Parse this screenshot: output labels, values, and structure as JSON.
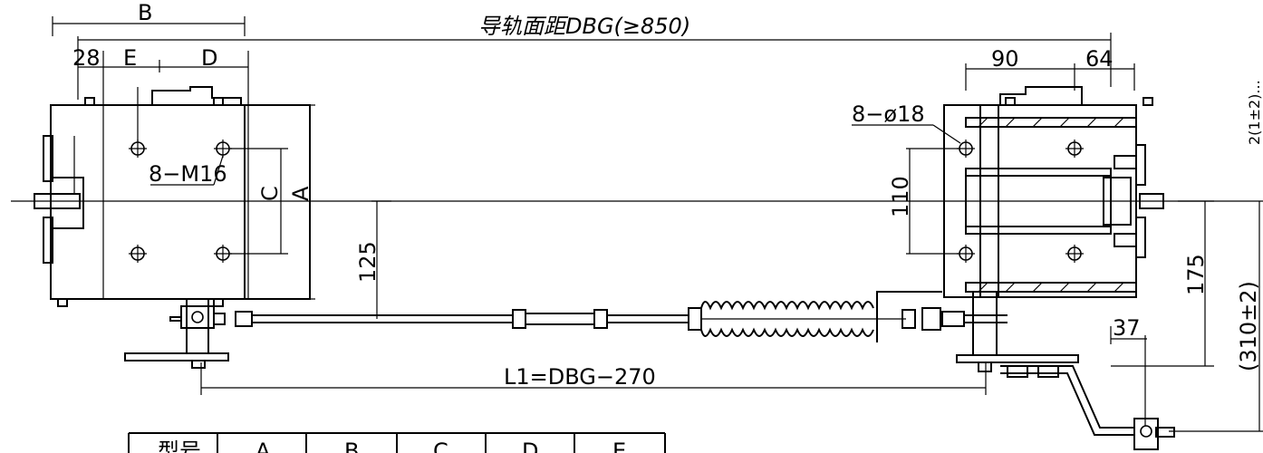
{
  "dimensions": {
    "B": "B",
    "rail_gap": "导轨面距DBG(≥850)",
    "d28": "28",
    "E": "E",
    "D": "D",
    "d90": "90",
    "d64": "64",
    "hole_8_d18": "8−ø18",
    "thread_8_m16": "8−M16",
    "C": "C",
    "A": "A",
    "d110": "110",
    "d125": "125",
    "d175": "175",
    "d310": "(310±2)",
    "d37": "37",
    "L1": "L1=DBG−270"
  },
  "edge_text": "2(1±2)...",
  "table": {
    "headers": [
      "型号",
      "A",
      "B",
      "C",
      "D",
      "E"
    ]
  }
}
